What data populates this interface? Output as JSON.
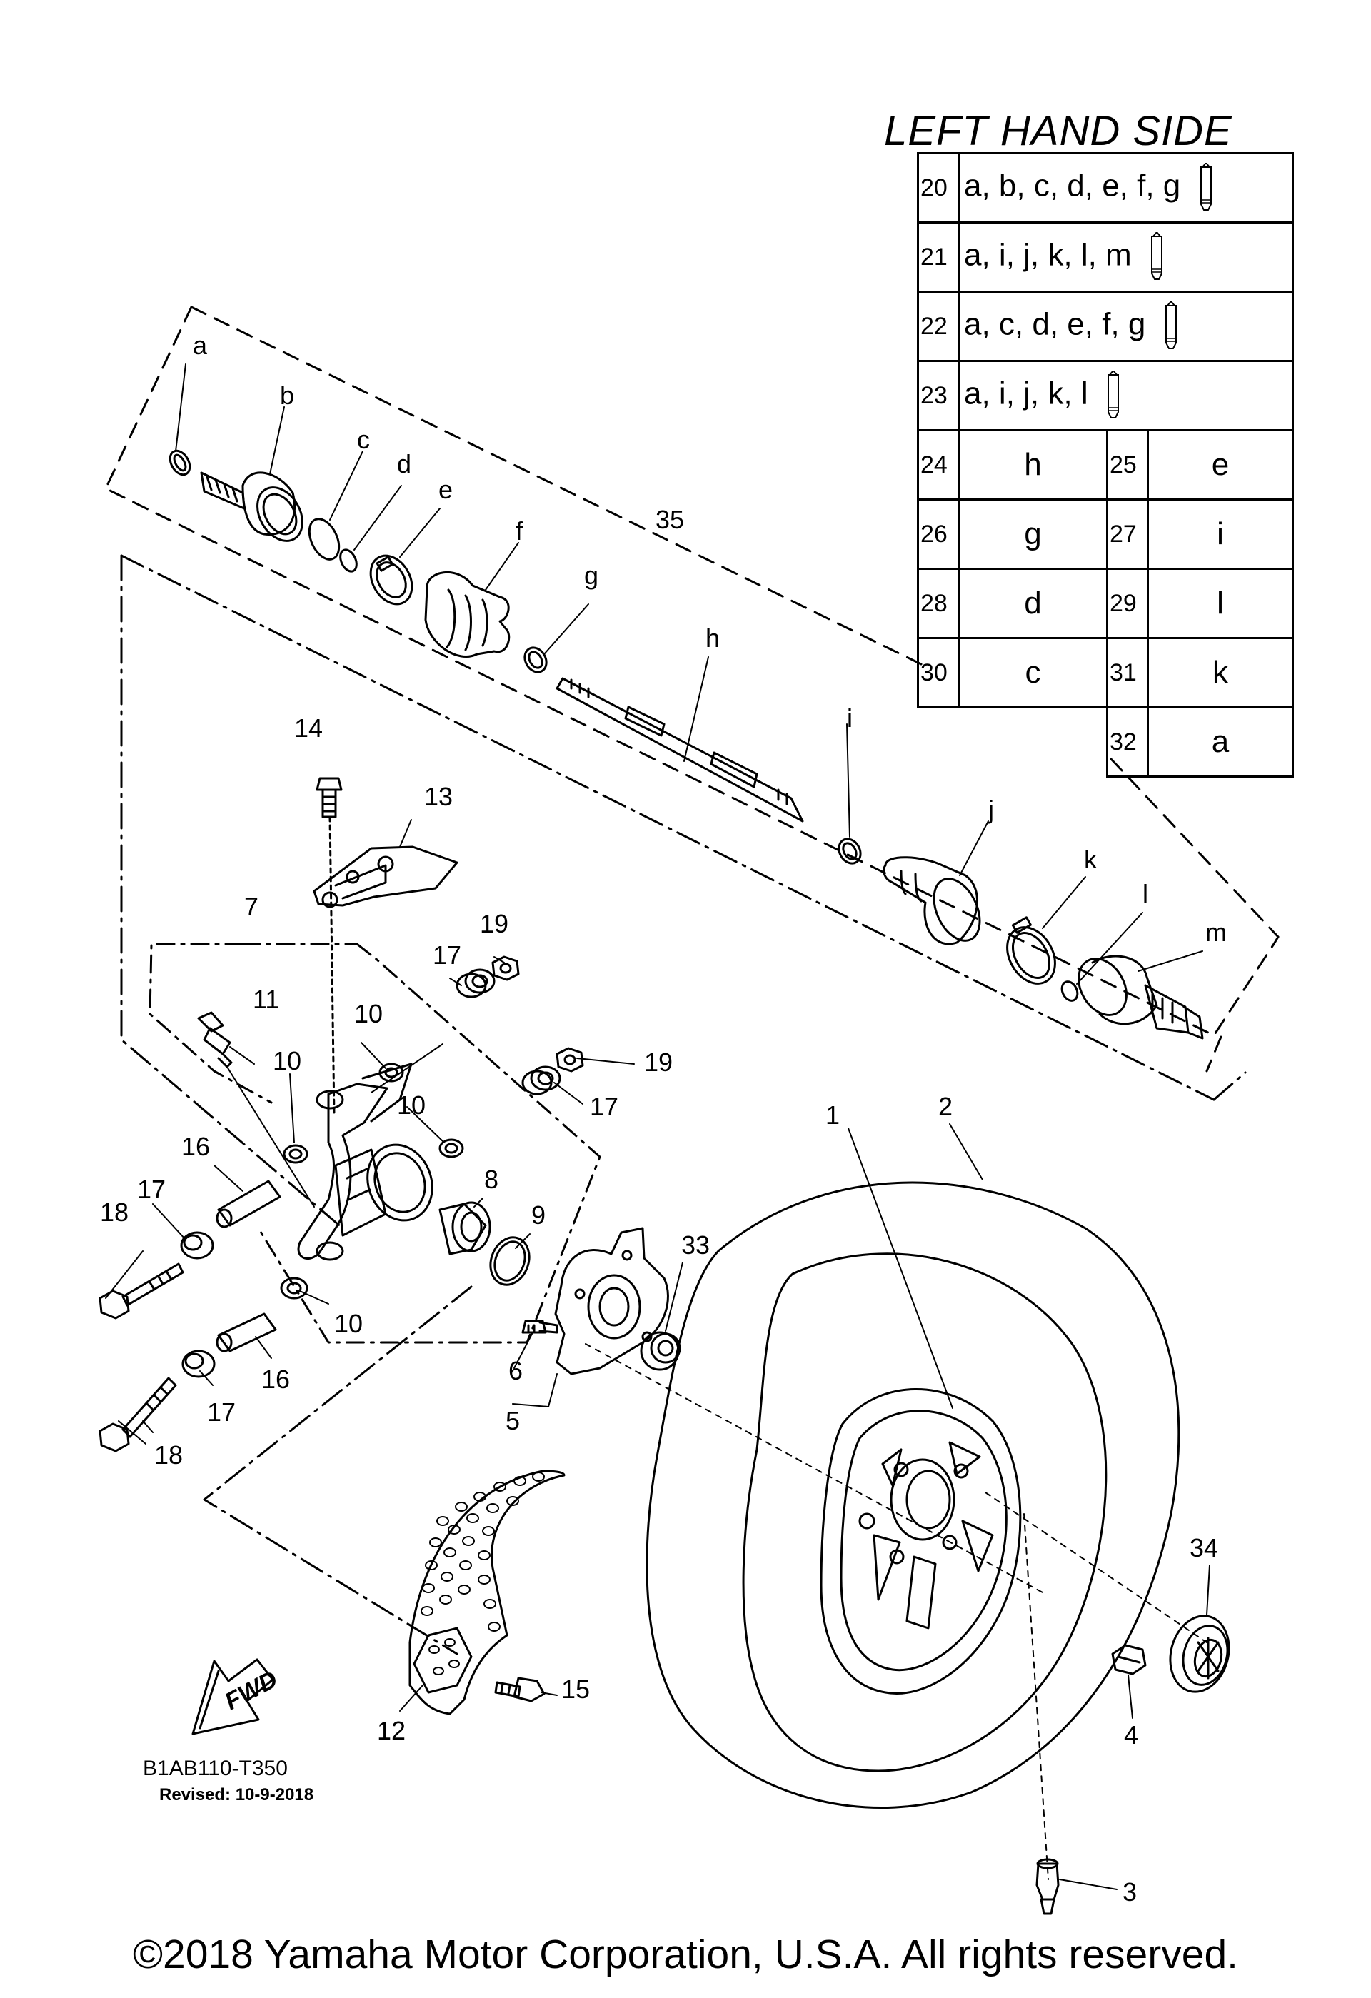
{
  "legend": {
    "title": "LEFT HAND SIDE",
    "kit_rows": [
      {
        "num": "20",
        "parts": "a, b, c, d, e, f, g",
        "grease_icon": "grease-tube-icon"
      },
      {
        "num": "21",
        "parts": "a, i, j, k, l, m",
        "grease_icon": "grease-tube-icon"
      },
      {
        "num": "22",
        "parts": "a, c, d, e, f, g",
        "grease_icon": "grease-tube-icon"
      },
      {
        "num": "23",
        "parts": "a, i, j, k, l",
        "grease_icon": "grease-tube-icon"
      }
    ],
    "pair_rows": [
      {
        "n1": "24",
        "v1": "h",
        "n2": "25",
        "v2": "e"
      },
      {
        "n1": "26",
        "v1": "g",
        "n2": "27",
        "v2": "i"
      },
      {
        "n1": "28",
        "v1": "d",
        "n2": "29",
        "v2": "l"
      },
      {
        "n1": "30",
        "v1": "c",
        "n2": "31",
        "v2": "k"
      }
    ],
    "last_row": {
      "n2": "32",
      "v2": "a"
    }
  },
  "callouts": {
    "letters": [
      "a",
      "b",
      "c",
      "d",
      "e",
      "f",
      "g",
      "h",
      "i",
      "j",
      "k",
      "l",
      "m"
    ],
    "numbers": [
      "1",
      "2",
      "3",
      "4",
      "5",
      "6",
      "7",
      "8",
      "9",
      "10",
      "11",
      "12",
      "13",
      "14",
      "15",
      "16",
      "17",
      "18",
      "19",
      "33",
      "34",
      "35"
    ]
  },
  "fwd_label": "FWD",
  "diagram_code": "B1AB110-T350",
  "revised": "Revised: 10-9-2018",
  "copyright": "©2018 Yamaha Motor Corporation, U.S.A. All rights reserved."
}
